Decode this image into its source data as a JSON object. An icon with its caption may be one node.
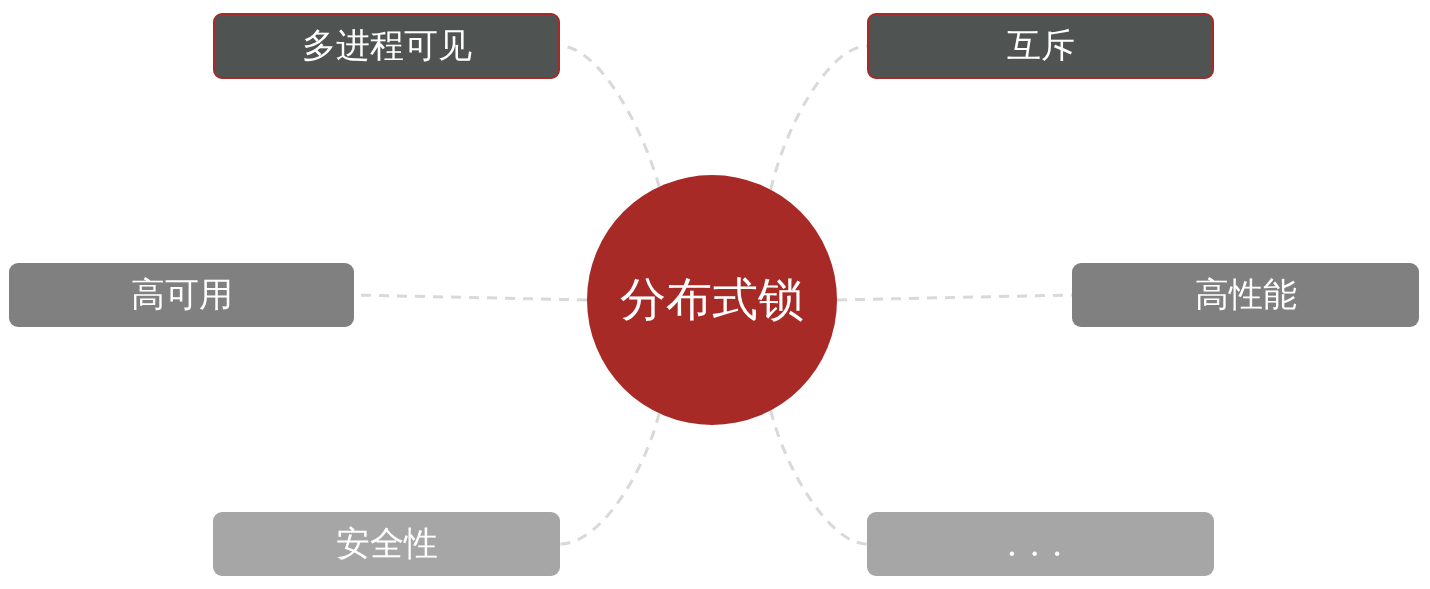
{
  "diagram": {
    "nodes": [
      {
        "text": [
          "分布式锁"
        ]
      },
      {
        "text": [
          "多进程可见"
        ]
      },
      {
        "text": [
          "互斥"
        ]
      },
      {
        "text": [
          "高可用"
        ]
      },
      {
        "text": [
          "高性能"
        ]
      },
      {
        "text": [
          "安全性"
        ]
      },
      {
        "text": [
          "..."
        ]
      }
    ],
    "edges": [
      {
        "from": 0,
        "to": 1,
        "arrow": "none",
        "style": "dashed"
      },
      {
        "from": 0,
        "to": 2,
        "arrow": "none",
        "style": "dashed"
      },
      {
        "from": 0,
        "to": 3,
        "arrow": "none",
        "style": "dashed"
      },
      {
        "from": 0,
        "to": 4,
        "arrow": "none",
        "style": "dashed"
      },
      {
        "from": 0,
        "to": 5,
        "arrow": "none",
        "style": "dashed"
      },
      {
        "from": 0,
        "to": 6,
        "arrow": "none",
        "style": "dashed"
      }
    ]
  }
}
